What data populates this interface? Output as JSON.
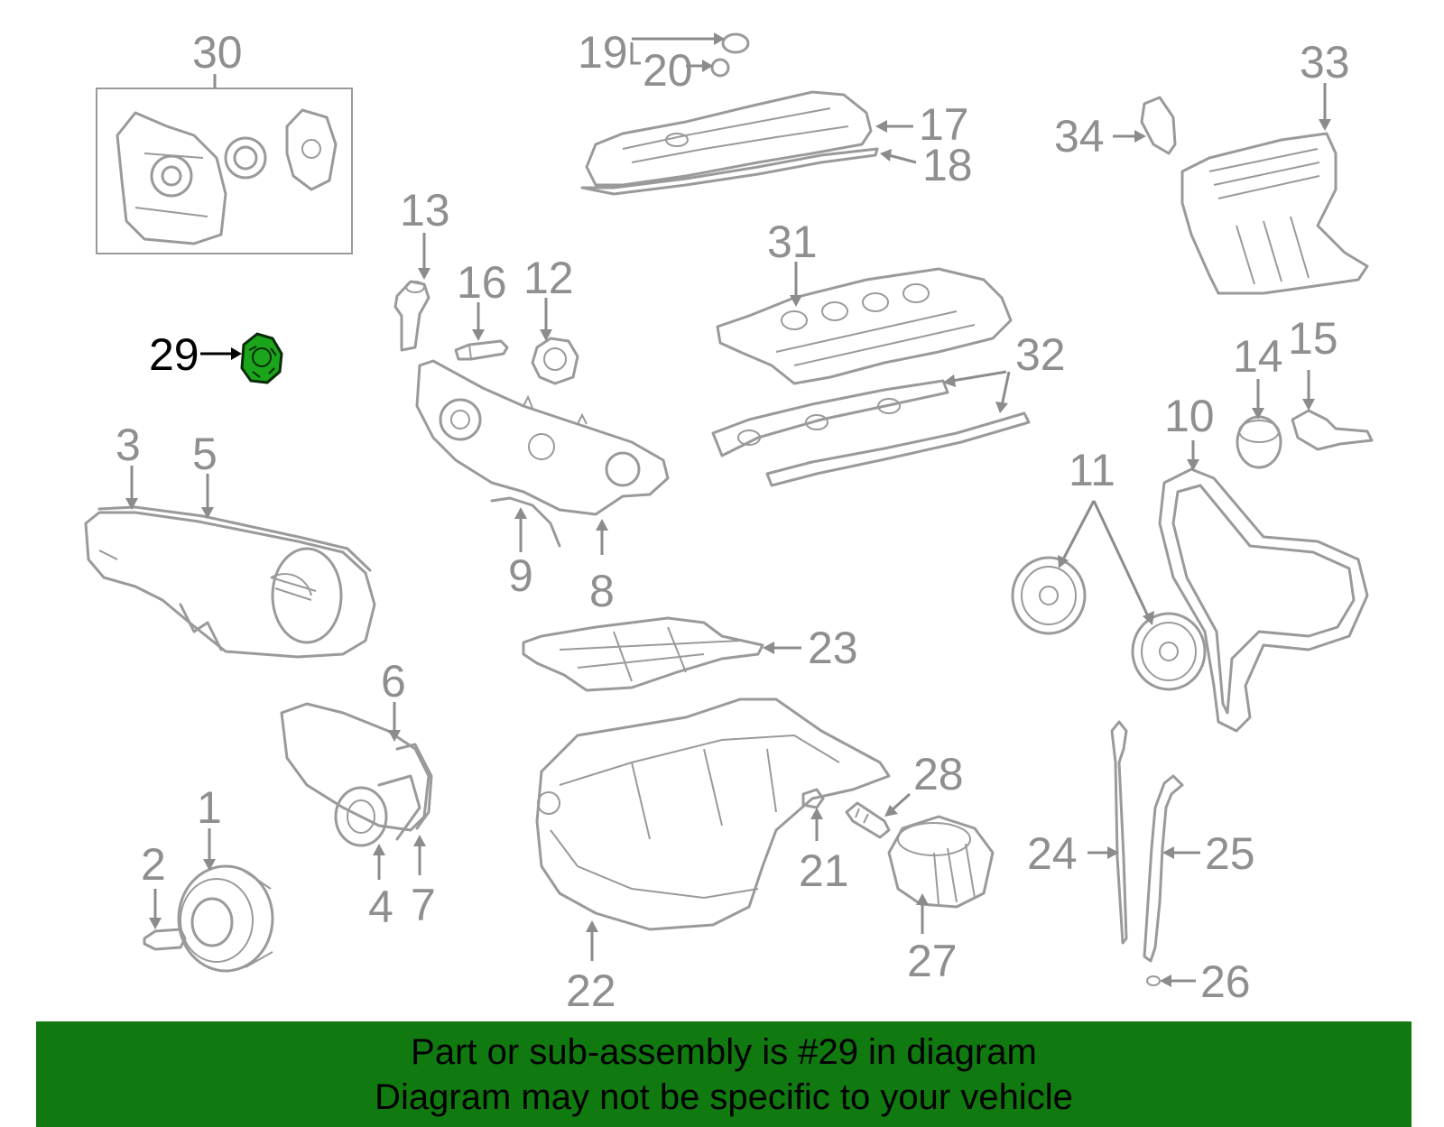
{
  "colors": {
    "line_art": "#9a9a9a",
    "callout_text": "#8f8f8f",
    "highlight_part": "#1aa51a",
    "highlight_text": "#000000",
    "banner_background": "#107a10",
    "banner_text": "#000000"
  },
  "highlighted_callout": "29",
  "callouts": {
    "c1": "1",
    "c2": "2",
    "c3": "3",
    "c4": "4",
    "c5": "5",
    "c6": "6",
    "c7": "7",
    "c8": "8",
    "c9": "9",
    "c10": "10",
    "c11": "11",
    "c12": "12",
    "c13": "13",
    "c14": "14",
    "c15": "15",
    "c16": "16",
    "c17": "17",
    "c18": "18",
    "c19": "19",
    "c20": "20",
    "c21": "21",
    "c22": "22",
    "c23": "23",
    "c24": "24",
    "c25": "25",
    "c26": "26",
    "c27": "27",
    "c28": "28",
    "c29": "29",
    "c30": "30",
    "c31": "31",
    "c32": "32",
    "c33": "33",
    "c34": "34"
  },
  "banner": {
    "line1": "Part or sub-assembly is #29 in diagram",
    "line2": "Diagram may not be specific to your vehicle"
  }
}
